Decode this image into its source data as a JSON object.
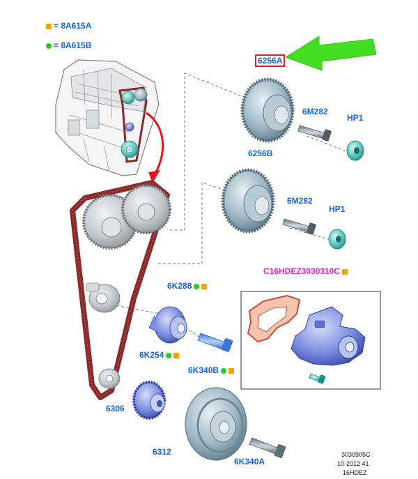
{
  "legend": [
    {
      "marker": "orange-square",
      "text": "= 8A615A"
    },
    {
      "marker": "green-dot",
      "text": "= 8A615B"
    }
  ],
  "callouts": {
    "cam_pulley_top": "6256A",
    "bolt_top": "6M282",
    "plug_top": "HP1",
    "cam_pulley_bottom": "6256B",
    "bolt_bottom": "6M282",
    "plug_bottom": "HP1",
    "kit": "C16HDEZ3030310C",
    "belt": "6K288",
    "tensioner": "6K254",
    "tensioner_bolt": "6K340B",
    "crank_sprocket": "6306",
    "crank_pulley": "6312",
    "crank_bolt": "6K340A"
  },
  "footer": [
    "3030905C",
    "10-2012 41",
    "16HDEZ"
  ],
  "colors": {
    "label_blue": "#1565d8",
    "kit_magenta": "#e020d8",
    "orange_marker": "#f5a300",
    "green_marker": "#22cc22",
    "highlight_arrow": "#44dd22",
    "callout_box": "#e02020",
    "belt": "#8b2a2a"
  }
}
